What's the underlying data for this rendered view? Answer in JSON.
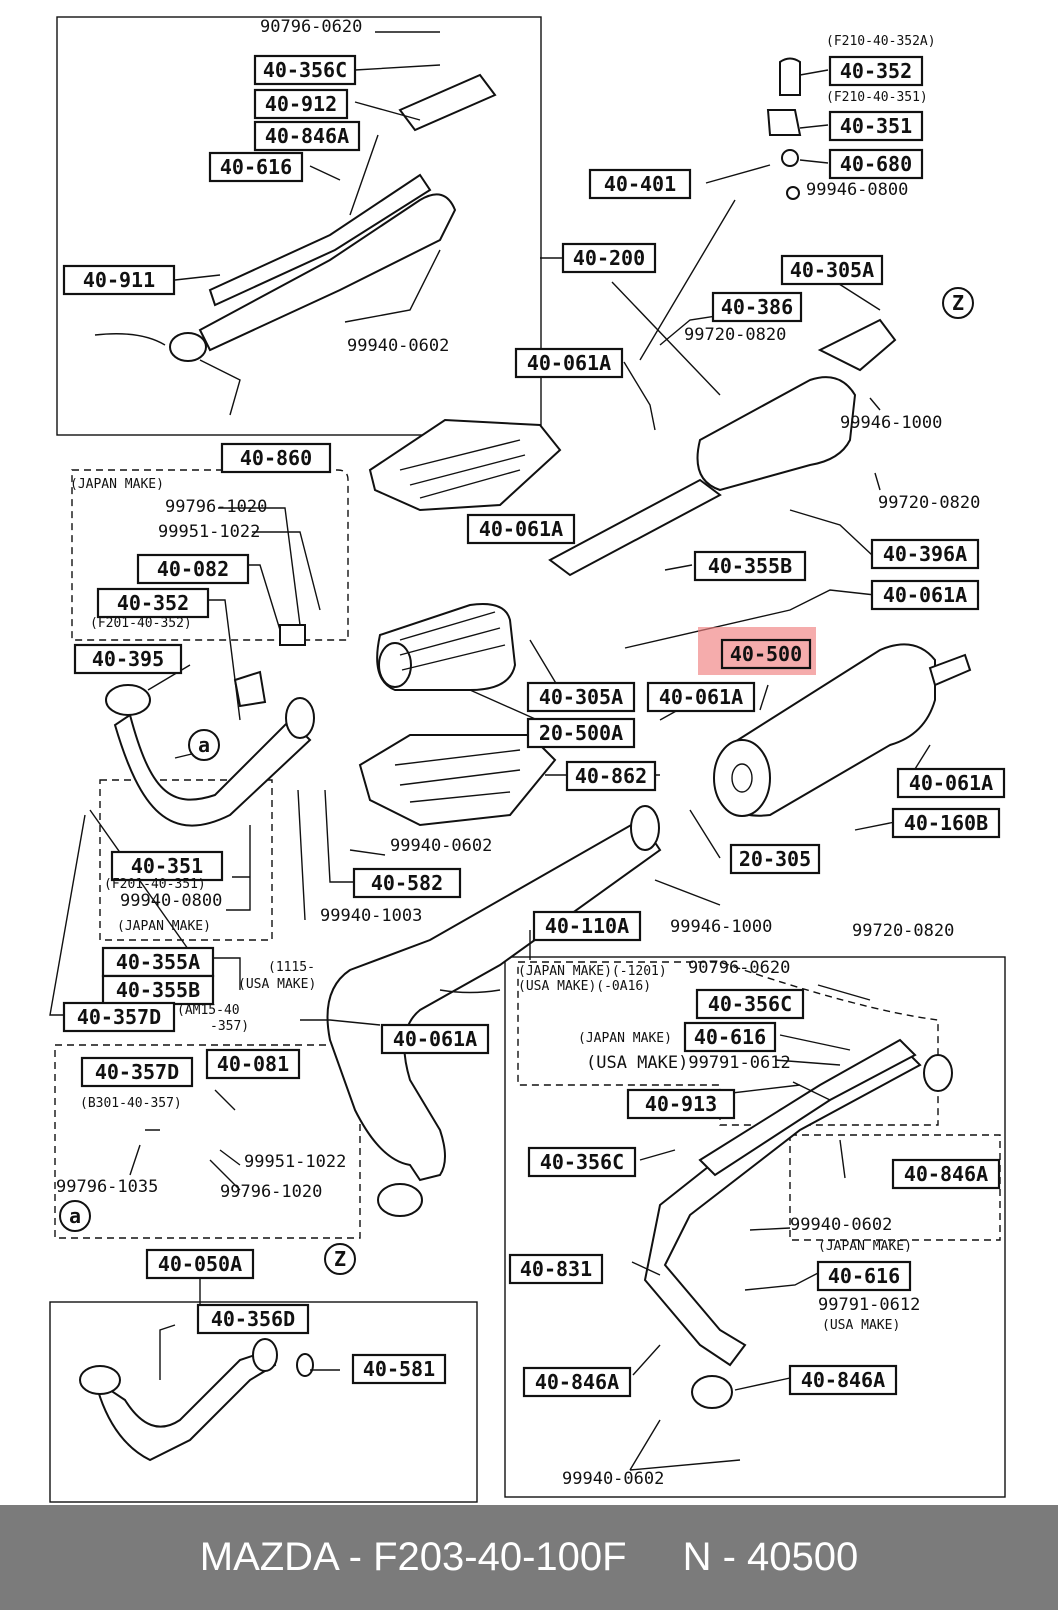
{
  "footer": {
    "part_number": "MAZDA - F203-40-100F",
    "ref_number": "N - 40500"
  },
  "highlight_color": "#f08080",
  "boxed_labels": {
    "l_40_356C_top": "40-356C",
    "l_40_912": "40-912",
    "l_40_846A_top": "40-846A",
    "l_40_616_top": "40-616",
    "l_40_911": "40-911",
    "l_40_200": "40-200",
    "l_40_352_r": "40-352",
    "l_40_351_r": "40-351",
    "l_40_680": "40-680",
    "l_40_401": "40-401",
    "l_40_305A_top": "40-305A",
    "l_40_386": "40-386",
    "l_40_061A_1": "40-061A",
    "l_40_860": "40-860",
    "l_40_061A_2": "40-061A",
    "l_40_355B_r": "40-355B",
    "l_40_396A": "40-396A",
    "l_40_061A_3": "40-061A",
    "l_40_500": "40-500",
    "l_40_305A_mid": "40-305A",
    "l_40_061A_4": "40-061A",
    "l_20_500A": "20-500A",
    "l_40_862": "40-862",
    "l_40_061A_5": "40-061A",
    "l_40_160B": "40-160B",
    "l_20_305": "20-305",
    "l_40_082": "40-082",
    "l_40_352_l": "40-352",
    "l_40_395": "40-395",
    "l_40_351_l": "40-351",
    "l_40_582": "40-582",
    "l_40_355A": "40-355A",
    "l_40_355B_l": "40-355B",
    "l_40_357D_l": "40-357D",
    "l_40_110A": "40-110A",
    "l_40_061A_6": "40-061A",
    "l_40_356C_br": "40-356C",
    "l_40_616_br": "40-616",
    "l_40_913": "40-913",
    "l_40_356C_b2": "40-356C",
    "l_40_846A_br1": "40-846A",
    "l_40_831": "40-831",
    "l_40_616_br2": "40-616",
    "l_40_846A_br2": "40-846A",
    "l_40_846A_br3": "40-846A",
    "l_40_357D_a": "40-357D",
    "l_40_081": "40-081",
    "l_40_050A": "40-050A",
    "l_40_356D": "40-356D",
    "l_40_581": "40-581"
  },
  "plain_labels": {
    "t_90796_0620_top": "90796-0620",
    "t_f210_352a": "(F210-40-352A)",
    "t_f210_351": "(F210-40-351)",
    "t_99946_0800": "99946-0800",
    "t_99940_0602_top": "99940-0602",
    "t_99720_0820_1": "99720-0820",
    "t_99946_1000_1": "99946-1000",
    "t_99720_0820_2": "99720-0820",
    "t_japan_make_1": "(JAPAN MAKE)",
    "t_99796_1020_1": "99796-1020",
    "t_99951_1022_1": "99951-1022",
    "t_f201_352": "(F201-40-352)",
    "t_99940_0602_mid": "99940-0602",
    "t_f201_351": "(F201-40-351)",
    "t_99940_0800": "99940-0800",
    "t_japan_make_2": "(JAPAN MAKE)",
    "t_99940_1003": "99940-1003",
    "t_99946_1000_2": "99946-1000",
    "t_99720_0820_3": "99720-0820",
    "t_1115": "(1115-",
    "t_usa_make_1": "(USA MAKE)",
    "t_am15": "(AM15-40",
    "t_357": "-357)",
    "t_japan_make_1201": "(JAPAN MAKE)(-1201)",
    "t_usa_make_0a16": "(USA MAKE)(-0A16)",
    "t_90796_0620_br": "90796-0620",
    "t_japan_make_3": "(JAPAN MAKE)",
    "t_usa_make_2": "(USA MAKE)99791-0612",
    "t_99940_0602_br1": "99940-0602",
    "t_japan_make_4": "(JAPAN MAKE)",
    "t_99791_0612": "99791-0612",
    "t_usa_make_3": "(USA MAKE)",
    "t_99940_0602_br2": "99940-0602",
    "t_b301": "(B301-40-357)",
    "t_99951_1022_2": "99951-1022",
    "t_99796_1035": "99796-1035",
    "t_99796_1020_2": "99796-1020",
    "c_z1": "Z",
    "c_a1": "a",
    "c_a2": "a",
    "c_z2": "Z"
  }
}
